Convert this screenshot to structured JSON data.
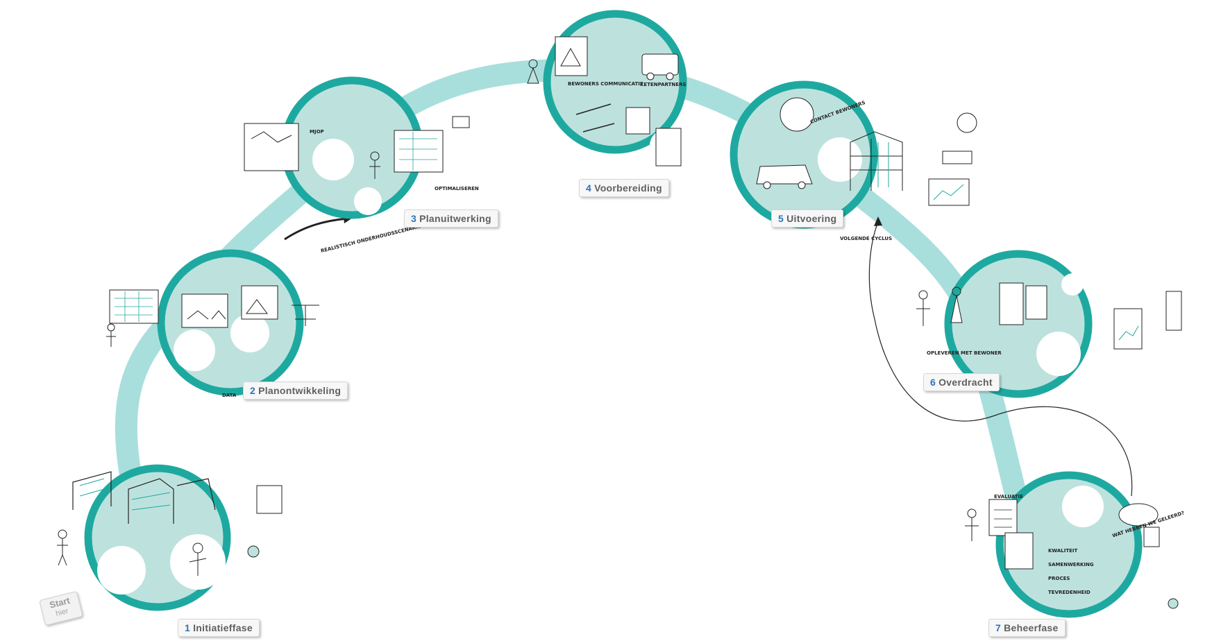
{
  "colors": {
    "ring": "#1ea9a0",
    "disc": "#bde2de",
    "path": "#a8dfdc",
    "ink": "#222222",
    "accent_number": "#2b74b8"
  },
  "start": {
    "line1": "Start",
    "line2": "hier"
  },
  "phases": [
    {
      "number": "1",
      "title": "Initiatieffase"
    },
    {
      "number": "2",
      "title": "Planontwikkeling"
    },
    {
      "number": "3",
      "title": "Planuitwerking"
    },
    {
      "number": "4",
      "title": "Voorbereiding"
    },
    {
      "number": "5",
      "title": "Uitvoering"
    },
    {
      "number": "6",
      "title": "Overdracht"
    },
    {
      "number": "7",
      "title": "Beheerfase"
    }
  ],
  "notes": {
    "n2_data": "DATA",
    "n3_scenario": "REALISTISCH ONDERHOUDSSCENARIO",
    "n3_mjop": "MJOP",
    "n3_opt": "OPTIMALISEREN",
    "n4_bewoners": "BEWONERS COMMUNICATIE",
    "n4_ketenpartners": "KETENPARTNERS",
    "n5_contact": "CONTACT BEWONERS",
    "n5_cyclus": "VOLGENDE CYCLUS",
    "n6_oplevering": "OPLEVEREN MET BEWONER",
    "n7_wat": "WAT HEBBEN WE GELEERD?",
    "n7_kwaliteit": "KWALITEIT",
    "n7_samenwerking": "SAMENWERKING",
    "n7_proces": "PROCES",
    "n7_tevredenheid": "TEVREDENHEID",
    "n7_evaluatie": "EVALUATIE"
  }
}
